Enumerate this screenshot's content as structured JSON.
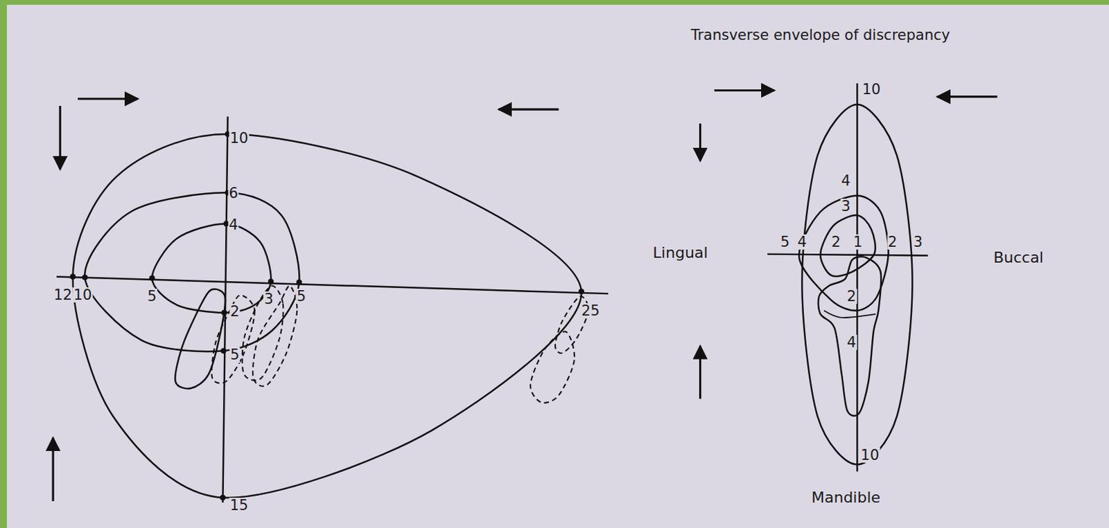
{
  "diagram": {
    "title": "Transverse envelope of discrepancy",
    "labels": [
      "10",
      "6",
      "4",
      "12",
      "10",
      "5",
      "2",
      "3",
      "5",
      "25",
      "5",
      "15",
      "10",
      "4",
      "3",
      "5",
      "4",
      "2",
      "1",
      "2",
      "3",
      "2",
      "4",
      "10",
      "Lingual",
      "Buccal",
      "Mandible"
    ]
  }
}
